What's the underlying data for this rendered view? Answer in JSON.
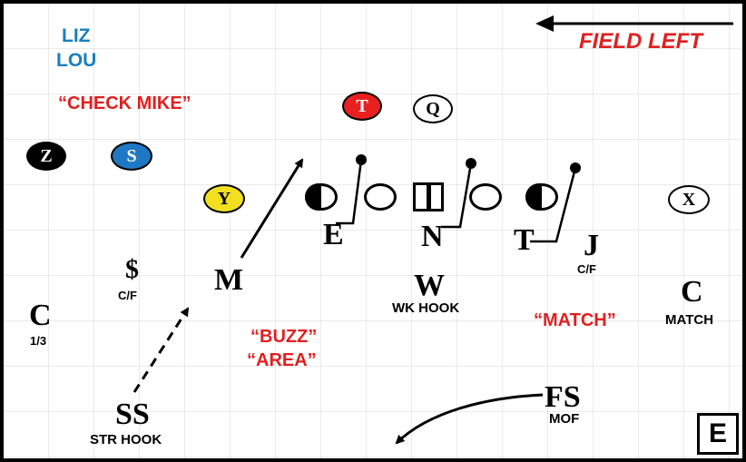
{
  "field_direction": {
    "label": "FIELD LEFT"
  },
  "calls": {
    "liz": "LIZ",
    "lou": "LOU",
    "check": "“CHECK MIKE”",
    "buzz": "“BUZZ”",
    "area": "“AREA”",
    "match": "“MATCH”"
  },
  "offense": {
    "t": "T",
    "q": "Q",
    "z": "Z",
    "s": "S",
    "y": "Y",
    "x": "X"
  },
  "defense": {
    "e": "E",
    "n": "N",
    "tackle": "T",
    "j": {
      "label": "J",
      "sub": "C/F"
    },
    "dollar": {
      "label": "$",
      "sub": "C/F"
    },
    "m": "M",
    "w": {
      "label": "W",
      "sub": "WK HOOK"
    },
    "c_left": {
      "label": "C",
      "sub": "1/3"
    },
    "c_right": {
      "label": "C",
      "sub": "MATCH"
    },
    "ss": {
      "label": "SS",
      "sub": "STR HOOK"
    },
    "fs": {
      "label": "FS",
      "sub": "MOF"
    }
  },
  "badge": "E",
  "colors": {
    "red": "#e02020",
    "blue": "#1a7fbf",
    "t_fill": "#e82020",
    "s_fill": "#1f78c4",
    "y_fill": "#f2e020",
    "z_fill": "#000000"
  }
}
